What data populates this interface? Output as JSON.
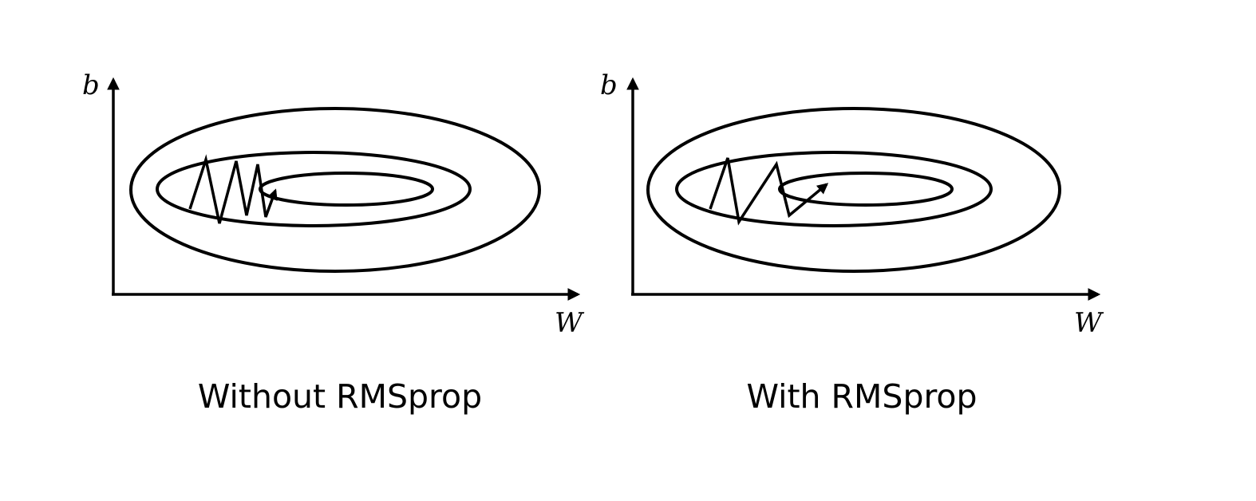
{
  "panels": [
    {
      "id": "without",
      "caption": "Without RMSprop",
      "y_axis_label": "b",
      "x_axis_label": "W"
    },
    {
      "id": "with",
      "caption": "With RMSprop",
      "y_axis_label": "b",
      "x_axis_label": "W"
    }
  ]
}
